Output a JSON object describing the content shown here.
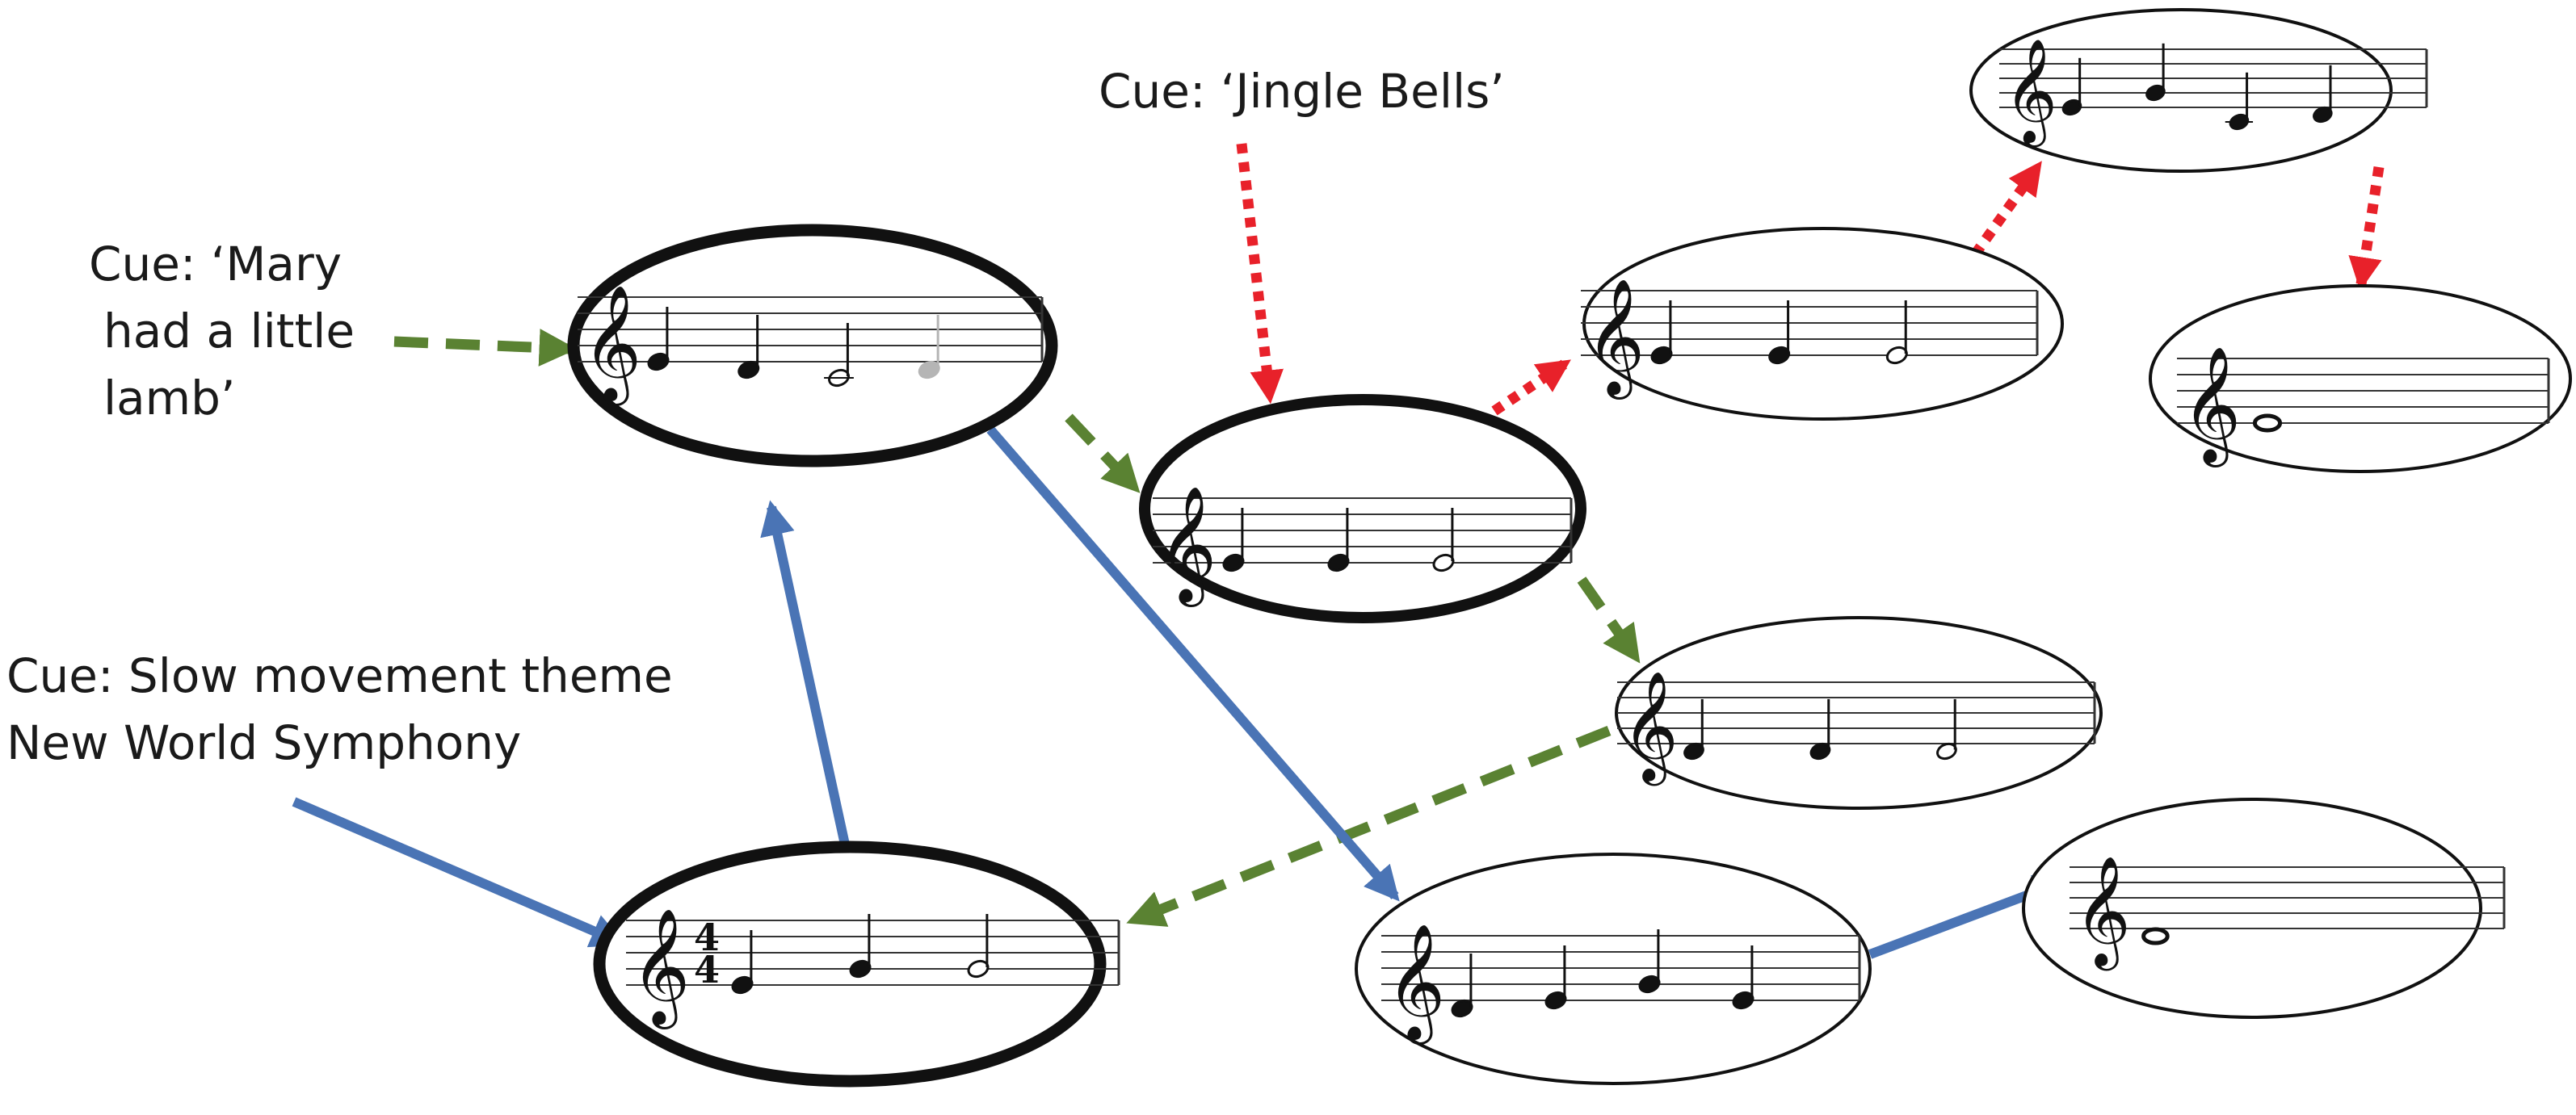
{
  "colors": {
    "blue": "#4a74b5",
    "green": "#5a8232",
    "red": "#e8212a",
    "outline": "#111111",
    "faded_note": "#b5b5b5"
  },
  "icons": {
    "clef": "treble-clef-glyph"
  },
  "cues": {
    "mary": [
      "Cue: ‘Mary",
      "had a little",
      "lamb’"
    ],
    "jingle": [
      "Cue: ‘Jingle Bells’"
    ],
    "newworld": [
      "Cue: Slow movement theme",
      "New World Symphony"
    ]
  },
  "timesig": {
    "top": "4",
    "bottom": "4"
  },
  "nodes": [
    {
      "id": "mary",
      "emphasis": "bold",
      "notes": [
        {
          "p": "E4",
          "d": "quarter"
        },
        {
          "p": "D4",
          "d": "quarter"
        },
        {
          "p": "C4",
          "d": "half"
        },
        {
          "p": "D4",
          "d": "quarter",
          "faded": true
        }
      ]
    },
    {
      "id": "jb1",
      "emphasis": "bold",
      "notes": [
        {
          "p": "E4",
          "d": "quarter"
        },
        {
          "p": "E4",
          "d": "quarter"
        },
        {
          "p": "E4",
          "d": "half"
        }
      ]
    },
    {
      "id": "jb2",
      "emphasis": "thin",
      "notes": [
        {
          "p": "E4",
          "d": "quarter"
        },
        {
          "p": "E4",
          "d": "quarter"
        },
        {
          "p": "E4",
          "d": "half"
        }
      ]
    },
    {
      "id": "jb3",
      "emphasis": "thin",
      "notes": [
        {
          "p": "E4",
          "d": "quarter"
        },
        {
          "p": "G4",
          "d": "quarter"
        },
        {
          "p": "C4",
          "d": "quarter"
        },
        {
          "p": "D4",
          "d": "quarter"
        }
      ]
    },
    {
      "id": "jb4",
      "emphasis": "thin",
      "notes": [
        {
          "p": "E4",
          "d": "whole"
        }
      ]
    },
    {
      "id": "mary2",
      "emphasis": "thin",
      "notes": [
        {
          "p": "D4",
          "d": "quarter"
        },
        {
          "p": "D4",
          "d": "quarter"
        },
        {
          "p": "D4",
          "d": "half"
        }
      ]
    },
    {
      "id": "newworld",
      "emphasis": "bold",
      "timesig": true,
      "notes": [
        {
          "p": "E4",
          "d": "quarter"
        },
        {
          "p": "G4",
          "d": "quarter"
        },
        {
          "p": "G4",
          "d": "half"
        }
      ]
    },
    {
      "id": "nw2",
      "emphasis": "thin",
      "notes": [
        {
          "p": "D4",
          "d": "quarter"
        },
        {
          "p": "E4",
          "d": "quarter"
        },
        {
          "p": "G4",
          "d": "quarter"
        },
        {
          "p": "E4",
          "d": "quarter"
        }
      ]
    },
    {
      "id": "nw3",
      "emphasis": "thin",
      "notes": [
        {
          "p": "D4",
          "d": "whole"
        }
      ]
    }
  ],
  "edges": [
    {
      "from": "cue:mary",
      "to": "mary",
      "style": "green-dashed"
    },
    {
      "from": "mary",
      "to": "jb1",
      "style": "green-dashed"
    },
    {
      "from": "jb1",
      "to": "mary2",
      "style": "green-dashed"
    },
    {
      "from": "mary2",
      "to": "newworld",
      "style": "green-dashed"
    },
    {
      "from": "cue:jingle",
      "to": "jb1",
      "style": "red-dotted"
    },
    {
      "from": "jb1",
      "to": "jb2",
      "style": "red-dotted"
    },
    {
      "from": "jb2",
      "to": "jb3",
      "style": "red-dotted"
    },
    {
      "from": "jb3",
      "to": "jb4",
      "style": "red-dotted"
    },
    {
      "from": "cue:newworld",
      "to": "newworld",
      "style": "blue-solid"
    },
    {
      "from": "newworld",
      "to": "mary",
      "style": "blue-solid"
    },
    {
      "from": "mary",
      "to": "nw2",
      "style": "blue-solid"
    },
    {
      "from": "nw2",
      "to": "nw3",
      "style": "blue-solid"
    }
  ]
}
